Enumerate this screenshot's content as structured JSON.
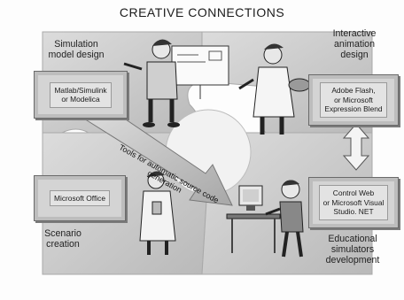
{
  "title": "CREATIVE CONNECTIONS",
  "labels": {
    "simulation": "Simulation\nmodel design",
    "interactive": "Interactive\nanimation\ndesign",
    "scenario": "Scenario\ncreation",
    "educational": "Educational\nsimulators\ndevelopment",
    "arrow": "Tools for automatic source code\ngeneration"
  },
  "boxes": {
    "matlab": "Matlab/Simulink\nor Modelica",
    "flash": "Adobe Flash,\nor Microsoft\nExpression Blend",
    "office": "Microsoft Office",
    "control": "Control Web\nor Microsoft Visual\nStudio. NET"
  },
  "colors": {
    "puzzle": "#c9c9c9",
    "puzzle_edge": "#a9a9a9",
    "box": "#d4d4d4",
    "arrow": "#bfbfbf"
  },
  "icons": [
    "person-at-whiteboard-icon",
    "painter-with-palette-icon",
    "scientist-in-lab-coat-icon",
    "person-at-computer-icon"
  ]
}
